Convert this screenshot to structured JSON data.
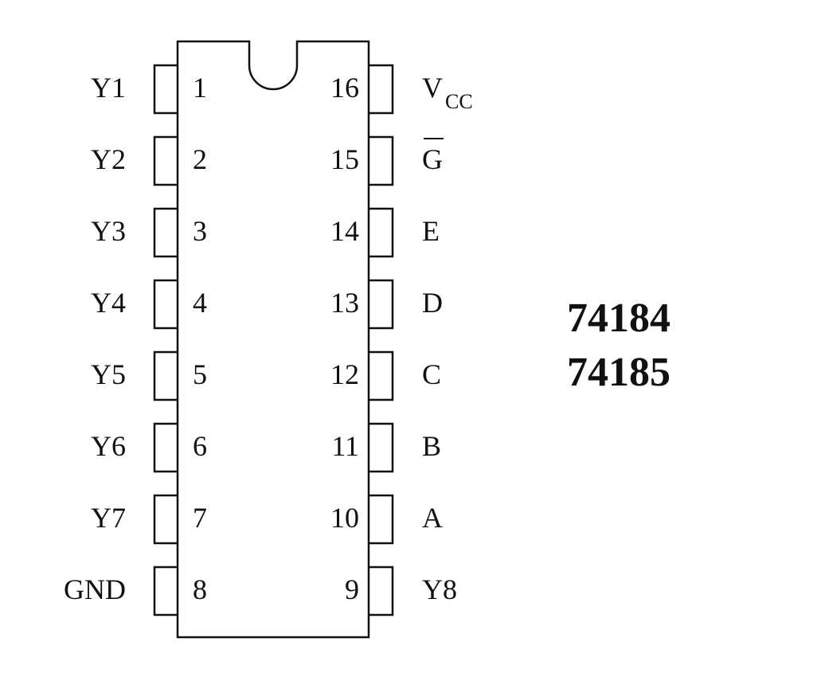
{
  "diagram": {
    "type": "DIP-16 pinout",
    "part_numbers": [
      "74184",
      "74185"
    ],
    "left_pins": [
      {
        "number": "1",
        "name": "Y1"
      },
      {
        "number": "2",
        "name": "Y2"
      },
      {
        "number": "3",
        "name": "Y3"
      },
      {
        "number": "4",
        "name": "Y4"
      },
      {
        "number": "5",
        "name": "Y5"
      },
      {
        "number": "6",
        "name": "Y6"
      },
      {
        "number": "7",
        "name": "Y7"
      },
      {
        "number": "8",
        "name": "GND"
      }
    ],
    "right_pins": [
      {
        "number": "16",
        "name": "V",
        "subscript": "CC"
      },
      {
        "number": "15",
        "name": "G",
        "overline": true
      },
      {
        "number": "14",
        "name": "E"
      },
      {
        "number": "13",
        "name": "D"
      },
      {
        "number": "12",
        "name": "C"
      },
      {
        "number": "11",
        "name": "B"
      },
      {
        "number": "10",
        "name": "A"
      },
      {
        "number": "9",
        "name": "Y8"
      }
    ],
    "colors": {
      "line": "#111111",
      "background": "#ffffff"
    }
  }
}
